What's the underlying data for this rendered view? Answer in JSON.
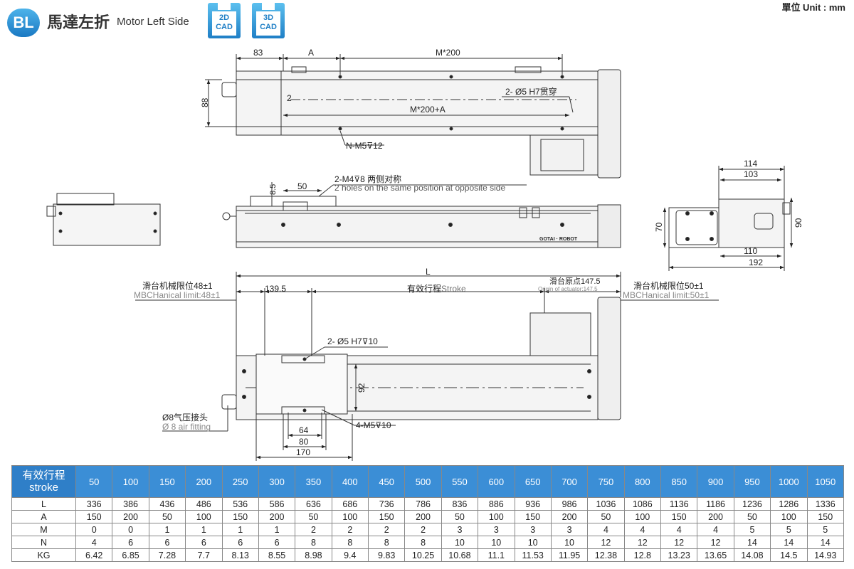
{
  "header": {
    "badge": "BL",
    "title_cn": "馬達左折",
    "title_en": "Motor Left Side",
    "cad_2d": [
      "2D",
      "CAD"
    ],
    "cad_3d": [
      "3D",
      "CAD"
    ],
    "unit": "單位 Unit : mm"
  },
  "drawing": {
    "top_view": {
      "dim_83": "83",
      "dim_a": "A",
      "dim_m200": "M*200",
      "dim_88": "88",
      "dim_2": "2",
      "hole_label": "2- Ø5 H7贯穿",
      "dim_m200a": "M*200+A",
      "tap_label": "N-M5",
      "tap_depth": "12"
    },
    "side_view": {
      "tap_label": "2-M4",
      "tap_depth": "8 两侧对称",
      "note_en": "2 holes on the same position at opposite side",
      "dim_85": "8.5",
      "dim_50": "50",
      "brand": "GOTAI · ROBOT"
    },
    "end_view": {
      "dim_114": "114",
      "dim_103": "103",
      "dim_70": "70",
      "dim_90": "90",
      "dim_110": "110",
      "dim_192": "192"
    },
    "bottom_view": {
      "dim_l": "L",
      "limit_left_cn": "滑台机械限位48±1",
      "limit_left_en": "MBCHanical limit:48±1",
      "dim_1395": "139.5",
      "stroke_cn": "有效行程",
      "stroke_en": "Stroke",
      "origin_cn": "滑台原点147.5",
      "origin_en": "Origin of actuator:147.5",
      "limit_right_cn": "滑台机械限位50±1",
      "limit_right_en": "MBCHanical limit:50±1",
      "hole_label": "2- Ø5 H7",
      "hole_depth": "10",
      "dim_92": "92",
      "air_cn": "Ø8气压接头",
      "air_en": "Ø 8  air fitting",
      "dim_64": "64",
      "dim_80": "80",
      "dim_170": "170",
      "tap_label": "4-M5",
      "tap_depth": "10"
    }
  },
  "table": {
    "header_cn": "有效行程",
    "header_en": "stroke",
    "strokes": [
      "50",
      "100",
      "150",
      "200",
      "250",
      "300",
      "350",
      "400",
      "450",
      "500",
      "550",
      "600",
      "650",
      "700",
      "750",
      "800",
      "850",
      "900",
      "950",
      "1000",
      "1050"
    ],
    "rows": [
      {
        "label": "L",
        "values": [
          "336",
          "386",
          "436",
          "486",
          "536",
          "586",
          "636",
          "686",
          "736",
          "786",
          "836",
          "886",
          "936",
          "986",
          "1036",
          "1086",
          "1136",
          "1186",
          "1236",
          "1286",
          "1336"
        ]
      },
      {
        "label": "A",
        "values": [
          "150",
          "200",
          "50",
          "100",
          "150",
          "200",
          "50",
          "100",
          "150",
          "200",
          "50",
          "100",
          "150",
          "200",
          "50",
          "100",
          "150",
          "200",
          "50",
          "100",
          "150"
        ]
      },
      {
        "label": "M",
        "values": [
          "0",
          "0",
          "1",
          "1",
          "1",
          "1",
          "2",
          "2",
          "2",
          "2",
          "3",
          "3",
          "3",
          "3",
          "4",
          "4",
          "4",
          "4",
          "5",
          "5",
          "5"
        ]
      },
      {
        "label": "N",
        "values": [
          "4",
          "6",
          "6",
          "6",
          "6",
          "6",
          "8",
          "8",
          "8",
          "8",
          "10",
          "10",
          "10",
          "10",
          "12",
          "12",
          "12",
          "12",
          "14",
          "14",
          "14"
        ]
      },
      {
        "label": "KG",
        "values": [
          "6.42",
          "6.85",
          "7.28",
          "7.7",
          "8.13",
          "8.55",
          "8.98",
          "9.4",
          "9.83",
          "10.25",
          "10.68",
          "11.1",
          "11.53",
          "11.95",
          "12.38",
          "12.8",
          "13.23",
          "13.65",
          "14.08",
          "14.5",
          "14.93"
        ]
      }
    ]
  }
}
